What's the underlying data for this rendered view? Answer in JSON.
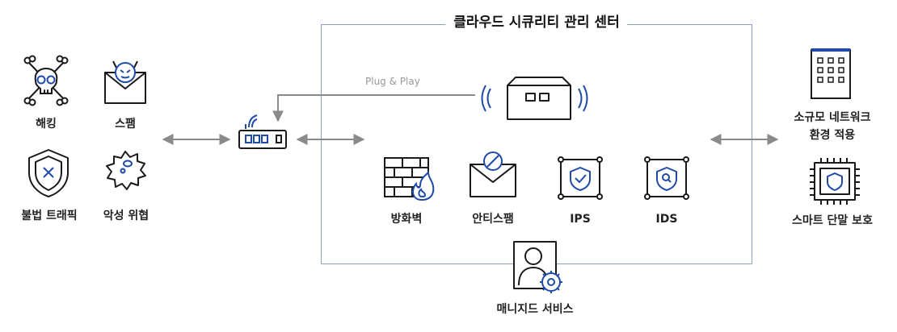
{
  "title": "클라우드 시큐리티 관리 센터",
  "plug_label": "Plug & Play",
  "threats": {
    "hacking": "해킹",
    "spam": "스팸",
    "illegal_traffic": "불법 트래픽",
    "malicious_risk": "악성 위협"
  },
  "security_modules": {
    "firewall": "방화벽",
    "antispam": "안티스팸",
    "ips": "IPS",
    "ids": "IDS"
  },
  "managed_service": "매니지드 서비스",
  "environments": {
    "small_network_line1": "소규모 네트워크",
    "small_network_line2": "환경 적용",
    "smart_device": "스마트 단말 보호"
  },
  "colors": {
    "line": "#1a1a1a",
    "accent": "#1f4aa8",
    "arrow": "#8a8a8a",
    "box_border": "#8ea0bd"
  },
  "icons": [
    "skull-icon",
    "spam-devil-mail-icon",
    "shield-x-icon",
    "virus-icon",
    "router-icon",
    "appliance-box-icon",
    "firewall-fire-icon",
    "antispam-mail-icon",
    "ips-shield-icon",
    "ids-shield-search-icon",
    "manager-gear-icon",
    "building-icon",
    "chip-shield-icon"
  ]
}
